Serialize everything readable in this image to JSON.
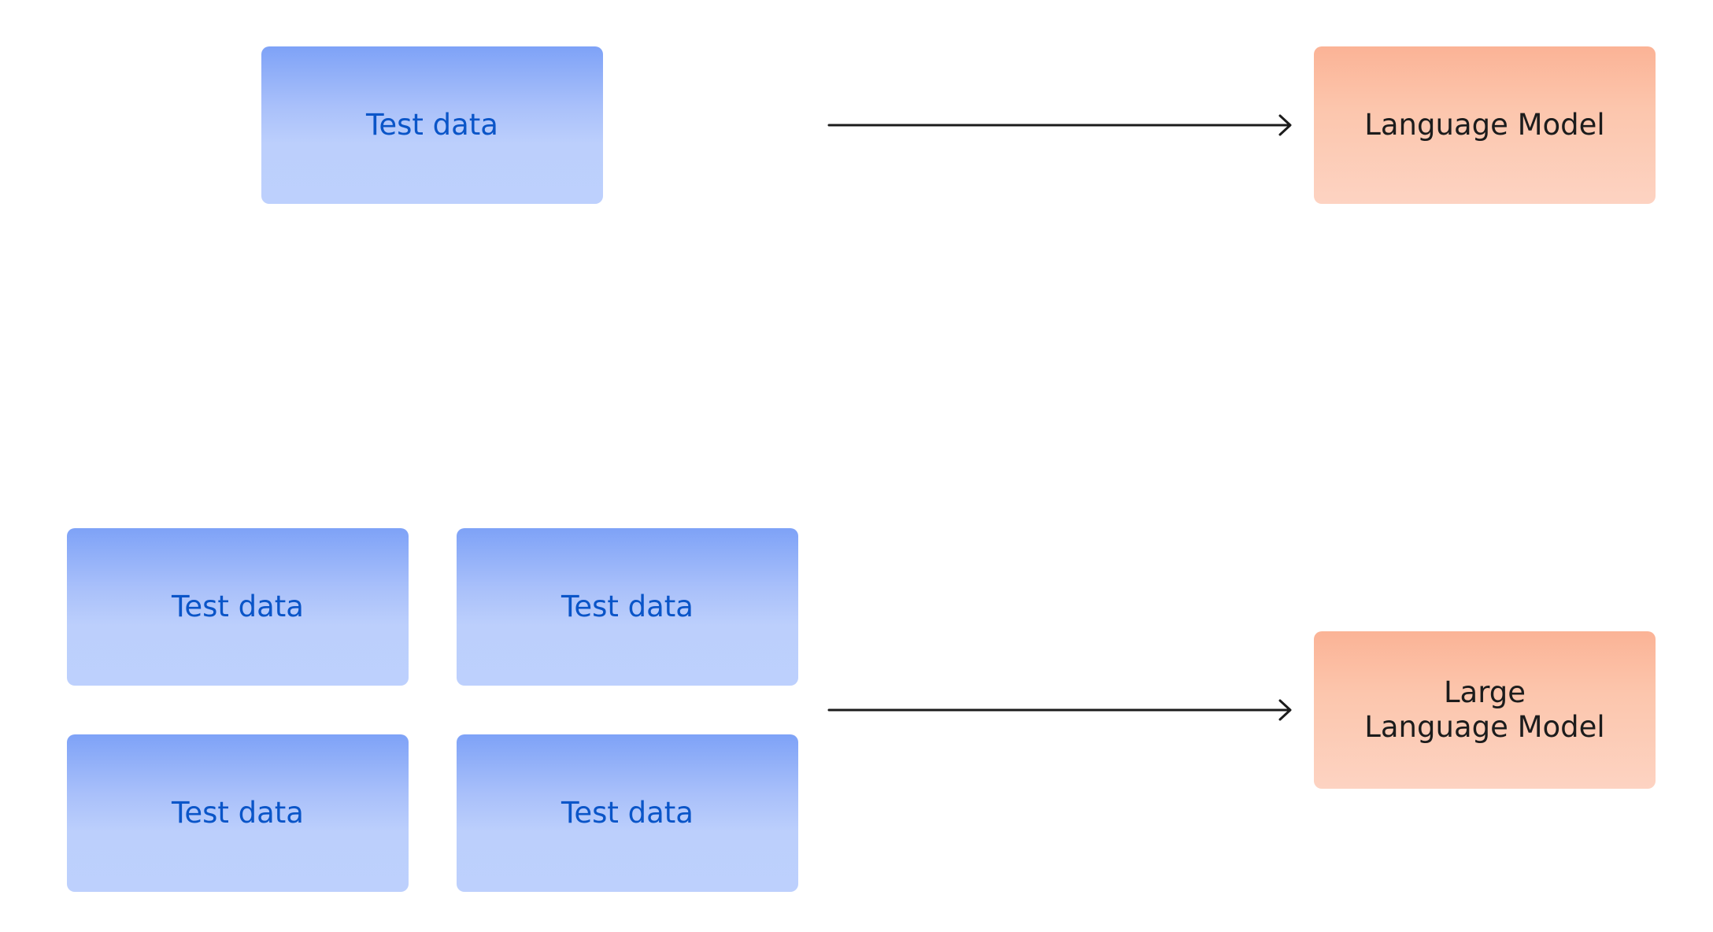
{
  "diagram": {
    "top_row": {
      "input": {
        "label": "Test data"
      },
      "model": {
        "label": "Language Model"
      }
    },
    "bottom_row": {
      "inputs": [
        {
          "label": "Test data"
        },
        {
          "label": "Test data"
        },
        {
          "label": "Test data"
        },
        {
          "label": "Test data"
        }
      ],
      "model": {
        "label": "Large\nLanguage Model"
      }
    },
    "colors": {
      "data_box_top": "#7ea2f7",
      "data_box_bottom": "#bdd0fd",
      "data_text": "#0a55c8",
      "model_box_top": "#fbb396",
      "model_box_bottom": "#fdd3c2",
      "model_text": "#1c1c1c",
      "arrow": "#1c1c1c"
    }
  }
}
